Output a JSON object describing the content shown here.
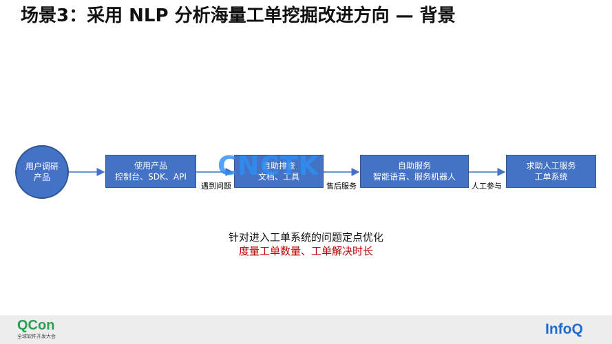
{
  "title": "场景3：采用 NLP 分析海量工单挖掘改进方向 — 背景",
  "flow": {
    "start": {
      "line1": "用户调研",
      "line2": "产品"
    },
    "steps": [
      {
        "line1": "使用产品",
        "line2": "控制台、SDK、API"
      },
      {
        "line1": "自助排查",
        "line2": "文档、工具"
      },
      {
        "line1": "自助服务",
        "line2": "智能语音、服务机器人"
      },
      {
        "line1": "求助人工服务",
        "line2": "工单系统"
      }
    ],
    "arrow_labels": [
      "遇到问题",
      "售后服务",
      "人工参与"
    ],
    "colors": {
      "box": "#4472c4",
      "box_border": "#2f5597",
      "arrow": "#4472c4"
    }
  },
  "watermark": "CNCTK",
  "summary": {
    "line1": "针对进入工单系统的问题定点优化",
    "line2": "度量工单数量、工单解决时长",
    "highlight_color": "#c00000"
  },
  "footer": {
    "left_logo": "QCon",
    "left_subtitle": "全球软件开发大会",
    "right_logo": "InfoQ"
  }
}
